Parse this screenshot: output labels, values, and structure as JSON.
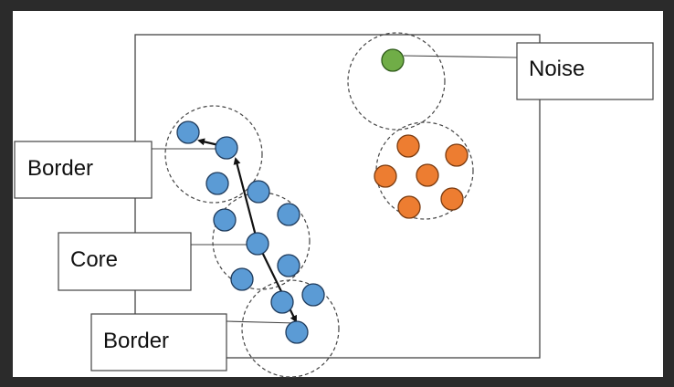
{
  "labels": {
    "noise": "Noise",
    "border_top": "Border",
    "core": "Core",
    "border_bottom": "Border"
  },
  "colors": {
    "background": "#2b2b2b",
    "panel": "#ffffff",
    "frame": "#3a3a3a",
    "cluster_a": "#5b9bd5",
    "cluster_b": "#ed7d31",
    "noise_point": "#70ad47",
    "outline": "#1f3b5c"
  }
}
